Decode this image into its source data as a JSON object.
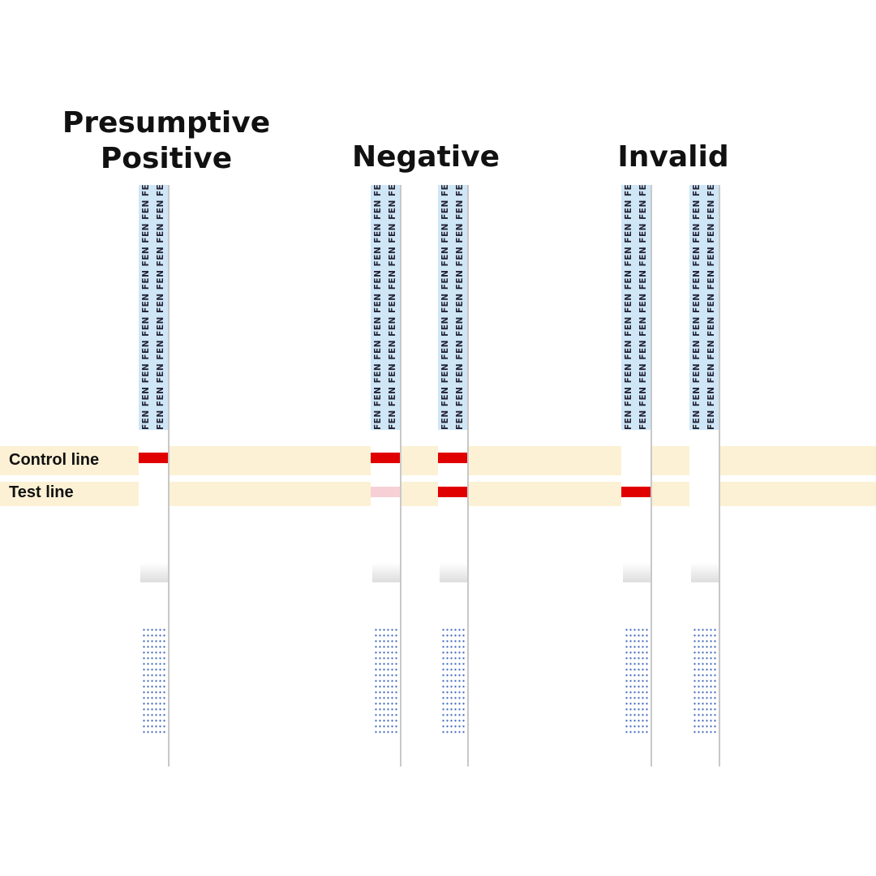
{
  "headings": {
    "presumptive_positive": "Presumptive Positive",
    "negative": "Negative",
    "invalid": "Invalid"
  },
  "bands": {
    "control_label": "Control line",
    "test_label": "Test line"
  },
  "strip_text": "FEN FEN FEN FEN FEN FEN FEN FEN FEN FEN FEN FEN FEN FEN FEN FEN FEN FEN",
  "colors": {
    "line_strong": "#e00000",
    "line_faint": "#f7d0d6",
    "band": "#fcf1d4",
    "strip_top": "#cfe6f6"
  },
  "strips": [
    {
      "group": "presumptive_positive",
      "control": "strong",
      "test": "none"
    },
    {
      "group": "negative",
      "control": "strong",
      "test": "faint"
    },
    {
      "group": "negative",
      "control": "strong",
      "test": "strong"
    },
    {
      "group": "invalid",
      "control": "none",
      "test": "strong"
    },
    {
      "group": "invalid",
      "control": "none",
      "test": "none"
    }
  ]
}
